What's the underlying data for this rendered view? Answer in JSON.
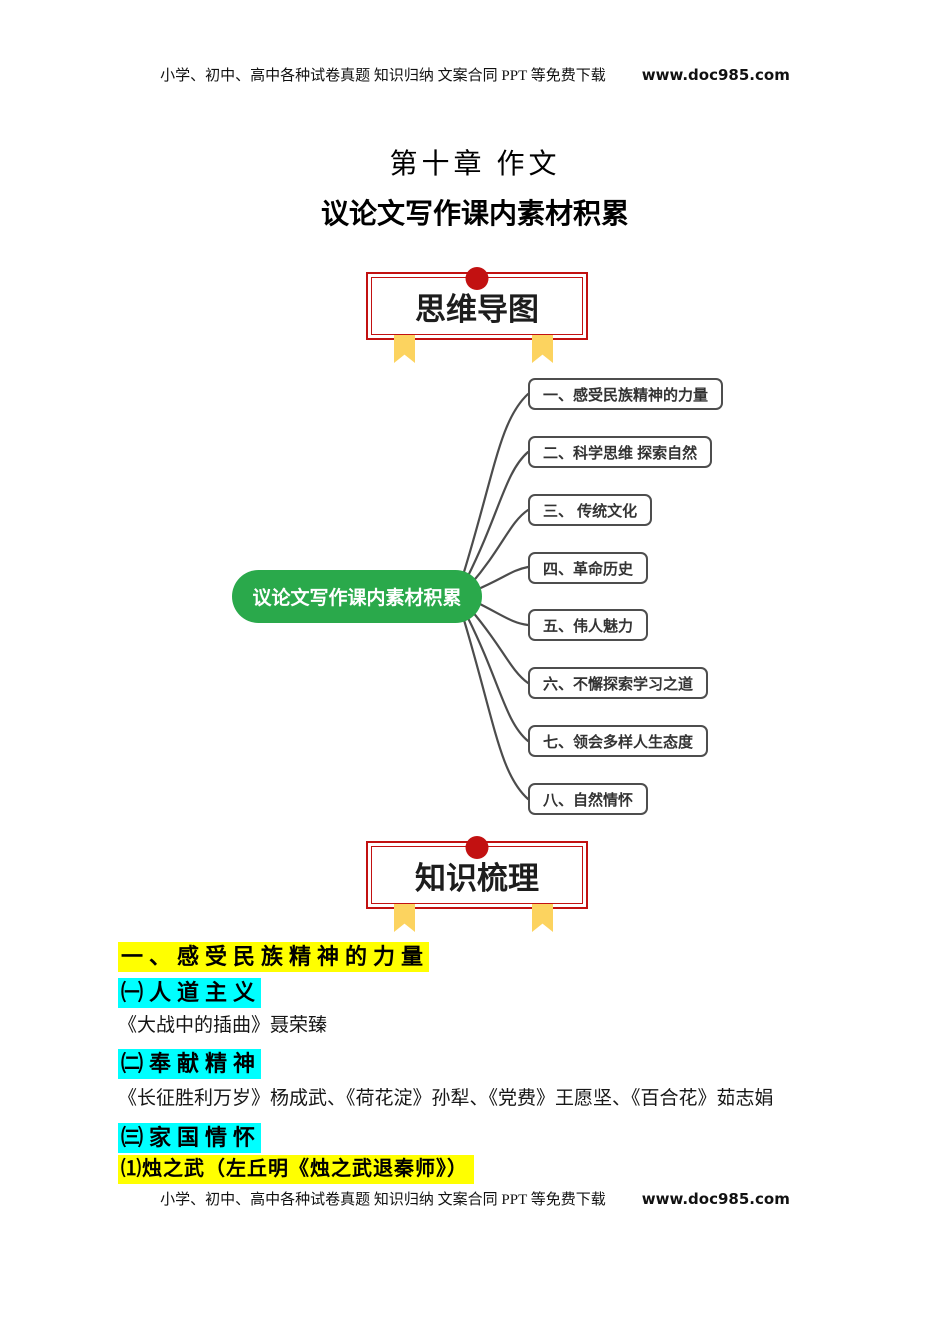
{
  "header": {
    "text": "小学、初中、高中各种试卷真题 知识归纳 文案合同 PPT 等免费下载",
    "site": "www.doc985.com"
  },
  "footer": {
    "text": "小学、初中、高中各种试卷真题 知识归纳 文案合同 PPT 等免费下载",
    "site": "www.doc985.com"
  },
  "title": "第十章 作文",
  "subtitle": "议论文写作课内素材积累",
  "banner_mindmap": "思维导图",
  "banner_knowledge": "知识梳理",
  "mindmap": {
    "root": "议论文写作课内素材积累",
    "branches": [
      "一、感受民族精神的力量",
      "二、科学思维 探索自然",
      "三、 传统文化",
      "四、革命历史",
      "五、伟人魅力",
      "六、不懈探索学习之道",
      "七、领会多样人生态度",
      "八、自然情怀"
    ]
  },
  "knowledge": {
    "rows": [
      {
        "style": "h1",
        "text": "一、感受民族精神的力量"
      },
      {
        "style": "h2",
        "text": "㈠人道主义"
      },
      {
        "style": "plain",
        "text": "《大战中的插曲》聂荣臻"
      },
      {
        "style": "h2",
        "text": "㈡奉献精神"
      },
      {
        "style": "plain",
        "text": "《长征胜利万岁》杨成武、《荷花淀》孙犁、《党费》王愿坚、《百合花》茹志娟"
      },
      {
        "style": "h2",
        "text": "㈢家国情怀"
      },
      {
        "style": "h3",
        "text": "⑴烛之武（左丘明《烛之武退秦师》）"
      }
    ]
  },
  "colors": {
    "root_green": "#2aa94b",
    "banner_red": "#c21111",
    "ribbon_yellow": "#fcd35f",
    "highlight_yellow": "#ffff00",
    "highlight_cyan": "#00ffff",
    "connector_gray": "#4c4c4c"
  }
}
